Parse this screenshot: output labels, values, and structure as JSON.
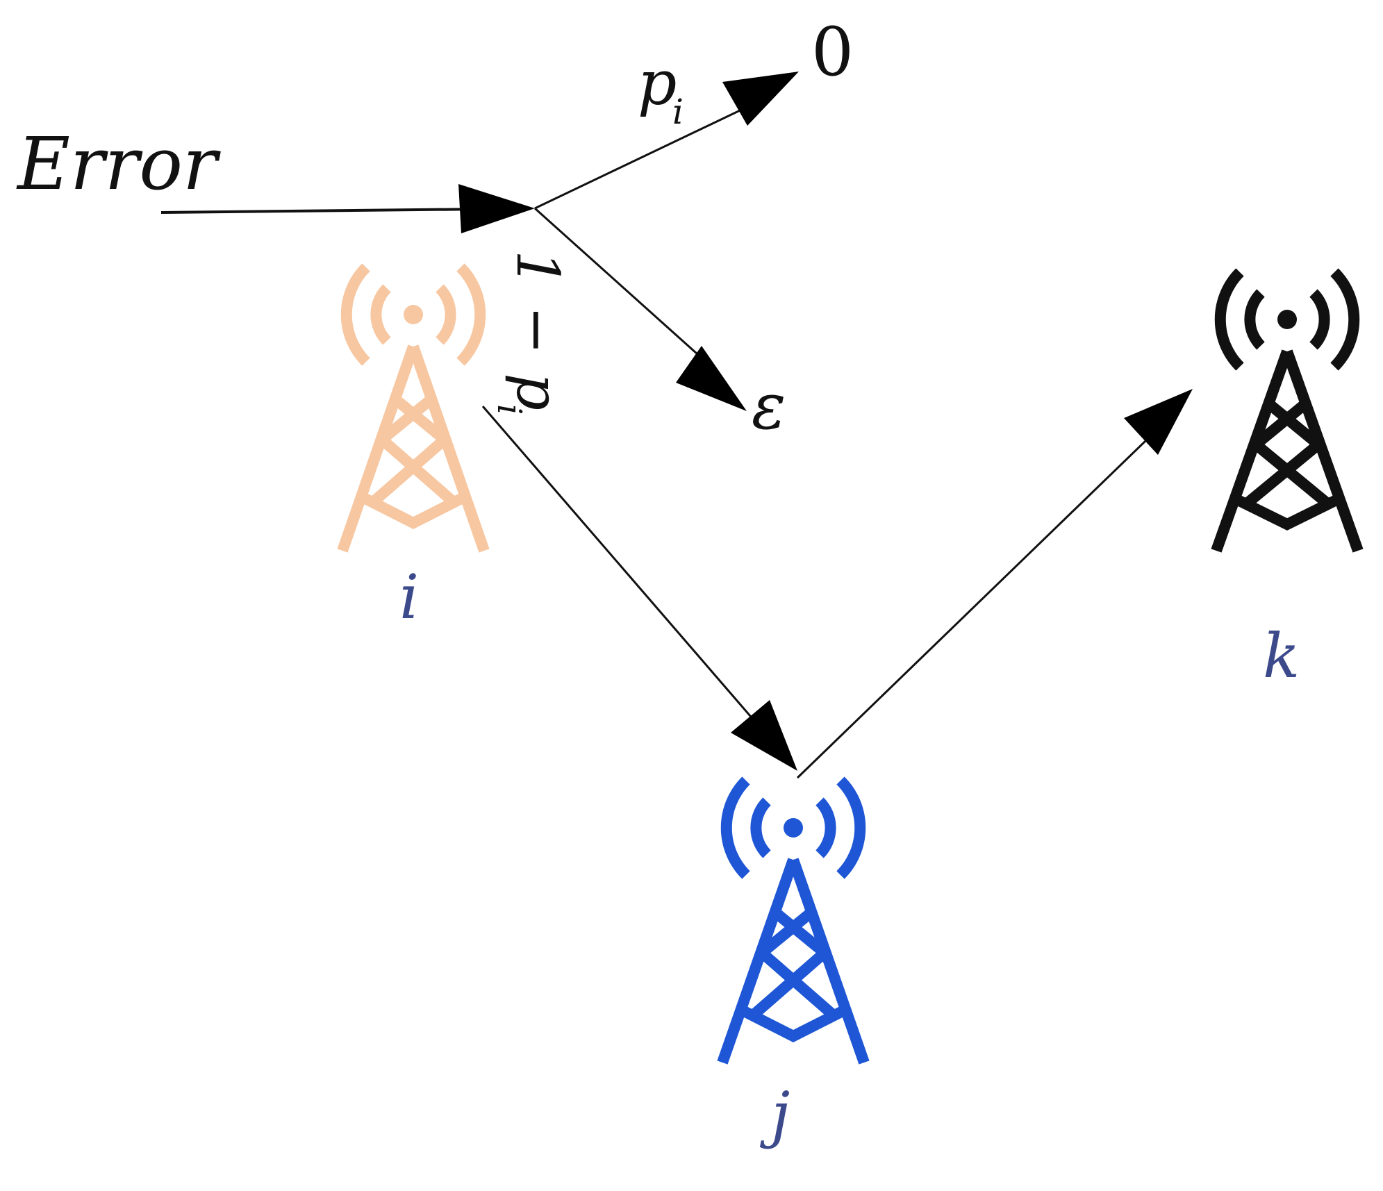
{
  "diagram": {
    "input_label": "Error",
    "branch_upper_label": "p",
    "branch_upper_subscript": "i",
    "branch_upper_target": "0",
    "branch_lower_label": "1 − p",
    "branch_lower_subscript": "i",
    "branch_lower_target": "ε",
    "nodes": [
      {
        "id": "i",
        "label": "i",
        "color": "#F7C7A1"
      },
      {
        "id": "j",
        "label": "j",
        "color": "#1E56D6"
      },
      {
        "id": "k",
        "label": "k",
        "color": "#111111"
      }
    ],
    "label_color": "#3C4A8C",
    "edges": [
      {
        "from": "i",
        "to": "j"
      },
      {
        "from": "j",
        "to": "k"
      }
    ]
  }
}
